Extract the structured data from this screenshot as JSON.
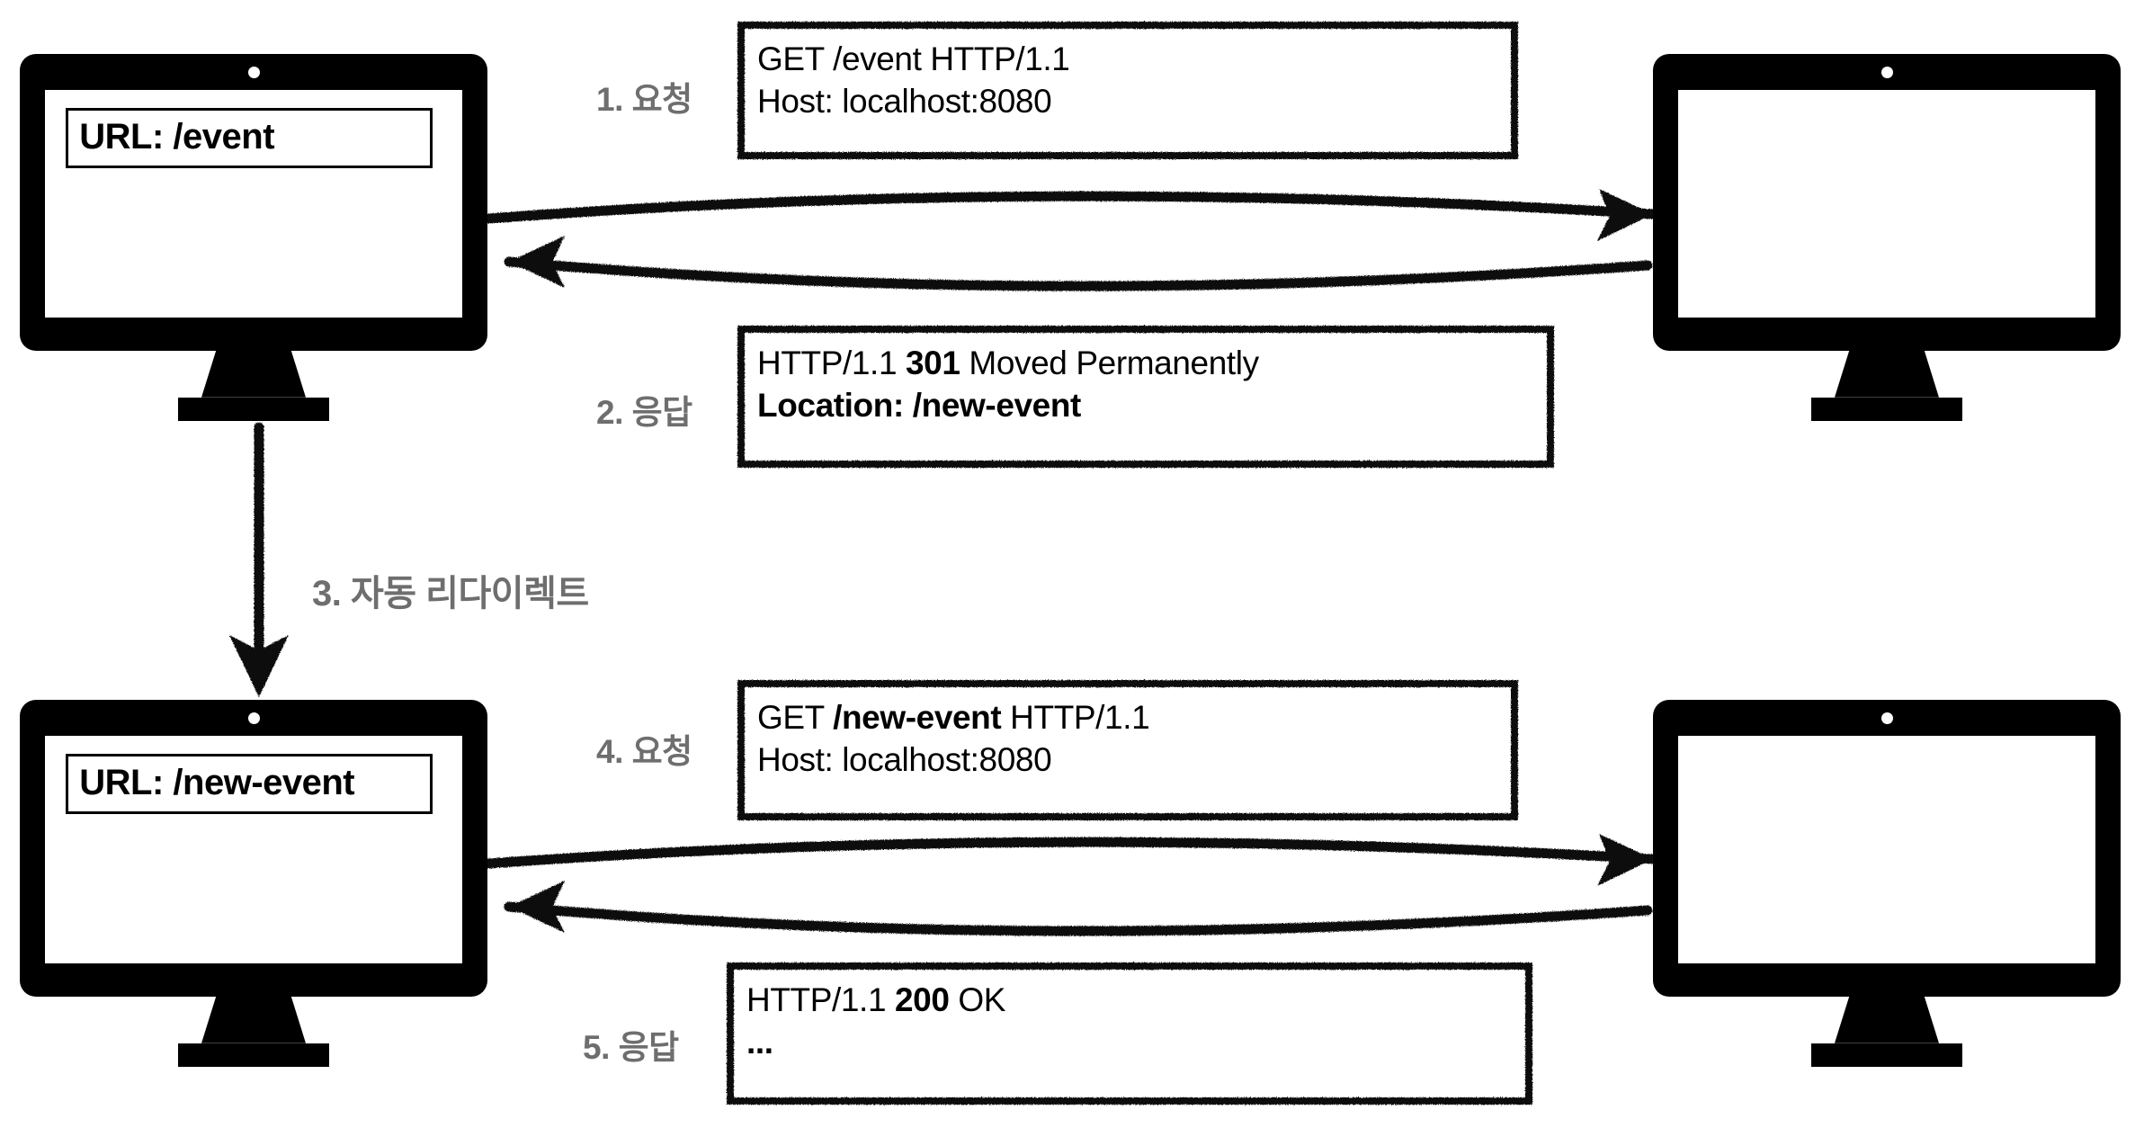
{
  "diagram": {
    "title": "HTTP 301 Redirect Flow",
    "colors": {
      "ink": "#000000",
      "label_gray": "#6e6e6e",
      "background": "#ffffff"
    }
  },
  "clients": [
    {
      "id": "client-before",
      "url_label": "URL: /event"
    },
    {
      "id": "client-after",
      "url_label": "URL: /new-event"
    }
  ],
  "servers": [
    {
      "id": "server-top",
      "screen_content": ""
    },
    {
      "id": "server-bottom",
      "screen_content": ""
    }
  ],
  "steps": [
    {
      "number": "1.",
      "label": "1. 요청",
      "kind": "request",
      "lines": [
        {
          "parts": [
            {
              "text": "GET /event HTTP/1.1",
              "bold": false
            }
          ]
        },
        {
          "parts": [
            {
              "text": "Host: localhost:8080",
              "bold": false
            }
          ]
        }
      ]
    },
    {
      "number": "2.",
      "label": "2. 응답",
      "kind": "response",
      "lines": [
        {
          "parts": [
            {
              "text": "HTTP/1.1 ",
              "bold": false
            },
            {
              "text": "301",
              "bold": true
            },
            {
              "text": " Moved Permanently",
              "bold": false
            }
          ]
        },
        {
          "parts": [
            {
              "text": "Location: /new-event",
              "bold": true
            }
          ]
        }
      ]
    },
    {
      "number": "3.",
      "label": "3. 자동 리다이렉트",
      "kind": "redirect",
      "lines": []
    },
    {
      "number": "4.",
      "label": "4. 요청",
      "kind": "request",
      "lines": [
        {
          "parts": [
            {
              "text": "GET ",
              "bold": false
            },
            {
              "text": "/new-event",
              "bold": true
            },
            {
              "text": " HTTP/1.1",
              "bold": false
            }
          ]
        },
        {
          "parts": [
            {
              "text": "Host: localhost:8080",
              "bold": false
            }
          ]
        }
      ]
    },
    {
      "number": "5.",
      "label": "5. 응답",
      "kind": "response",
      "lines": [
        {
          "parts": [
            {
              "text": "HTTP/1.1 ",
              "bold": false
            },
            {
              "text": "200",
              "bold": true
            },
            {
              "text": " OK",
              "bold": false
            }
          ]
        },
        {
          "parts": [
            {
              "text": "...",
              "bold": true
            }
          ]
        }
      ]
    }
  ]
}
